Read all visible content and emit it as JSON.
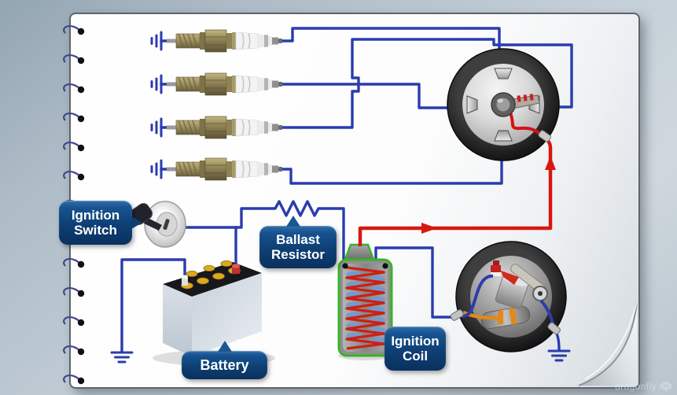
{
  "scene": {
    "kind": "automotive-ignition-system-wiring-diagram",
    "style": "illustration on a spiral-bound notebook page with curled corner"
  },
  "labels": {
    "ignition_switch": "Ignition Switch",
    "ballast_resistor": "Ballast Resistor",
    "battery": "Battery",
    "ignition_coil": "Ignition Coil"
  },
  "watermark": {
    "text": "dragonfly"
  },
  "components": [
    {
      "name": "spark-plug",
      "count": 4
    },
    {
      "name": "ground-symbol",
      "count": 6
    },
    {
      "name": "distributor-cap-top-view",
      "count": 1
    },
    {
      "name": "distributor-breaker-plate-with-points-and-condenser",
      "count": 1
    },
    {
      "name": "ignition-coil",
      "count": 1
    },
    {
      "name": "battery",
      "count": 1
    },
    {
      "name": "ignition-key-switch",
      "count": 1
    },
    {
      "name": "ballast-resistor-zigzag-symbol",
      "count": 1
    },
    {
      "name": "spiral-binding-ring",
      "count": 13
    }
  ],
  "colors": {
    "background": "#b4c1cb",
    "page": "#ffffff",
    "low_tension_wire_blue": "#2b3cae",
    "high_tension_wire_red": "#d81710",
    "label_background": "#0e3f74",
    "label_text": "#ffffff",
    "coil_outline_green": "#3ab22a",
    "battery_cap_yellow": "#dca81e",
    "points_orange": "#e08a1a"
  }
}
